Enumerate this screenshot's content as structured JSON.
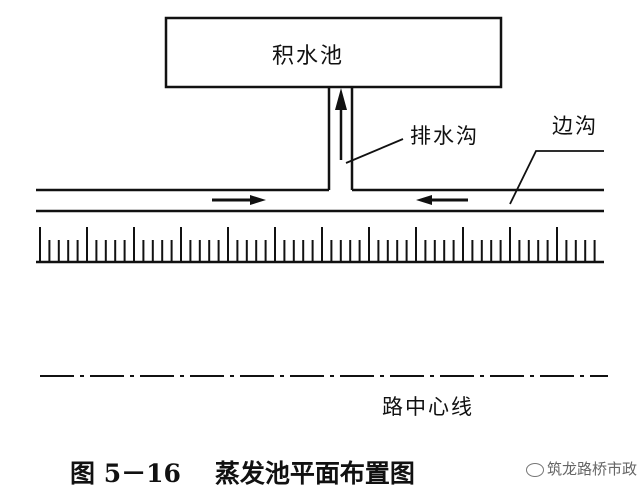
{
  "labels": {
    "pond": "积水池",
    "drain_ditch": "排水沟",
    "edge_ditch": "边沟",
    "center_line": "路中心线"
  },
  "caption": {
    "figure_no": "图 5－16",
    "title": "蒸发池平面布置图"
  },
  "watermark": {
    "text": "筑龙路桥市政",
    "icon": "wechat-icon"
  },
  "colors": {
    "line": "#111111",
    "background": "#ffffff"
  }
}
